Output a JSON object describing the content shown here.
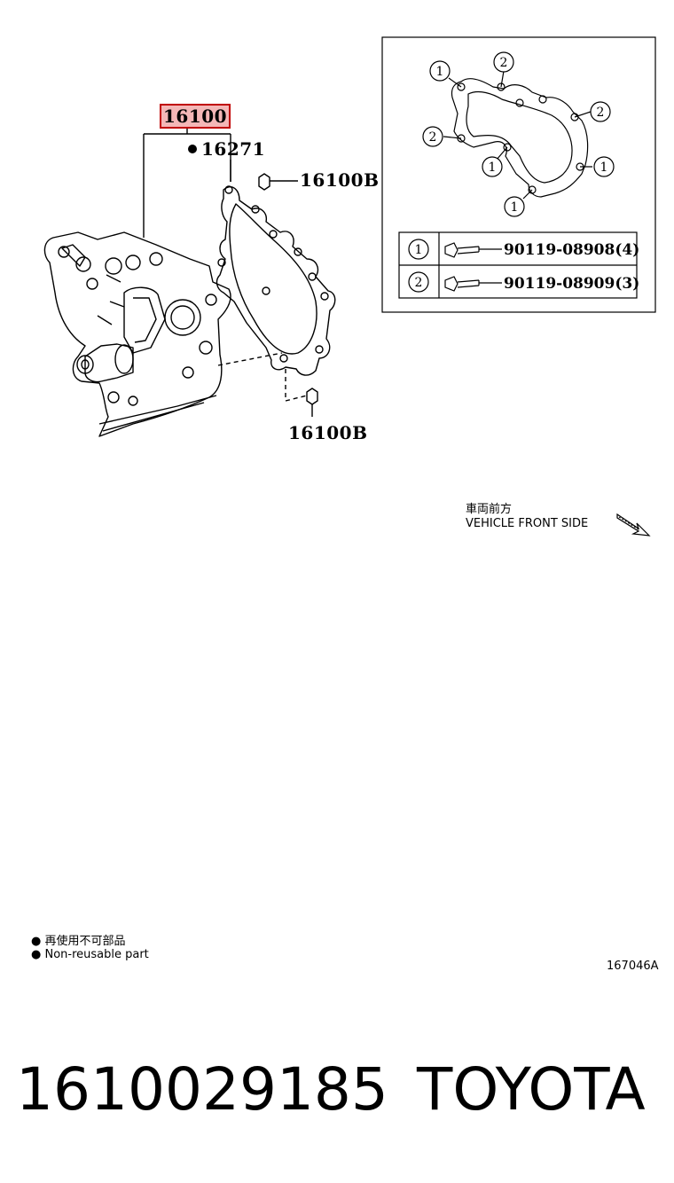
{
  "callouts": {
    "assembly": "16100",
    "gasket": "16271",
    "plug_top": "16100B",
    "plug_bottom": "16100B"
  },
  "inset": {
    "circle_one": "1",
    "circle_two": "2",
    "table": [
      {
        "ref": "1",
        "part": "90119-08908(4)"
      },
      {
        "ref": "2",
        "part": "90119-08909(3)"
      }
    ]
  },
  "orientation": {
    "japanese": "車両前方",
    "english": "VEHICLE FRONT SIDE"
  },
  "legend": {
    "japanese": "再使用不可部品",
    "english": "Non-reusable part"
  },
  "illustration_code": "167046A",
  "footer": {
    "part_number": "1610029185",
    "brand": "TOYOTA"
  }
}
